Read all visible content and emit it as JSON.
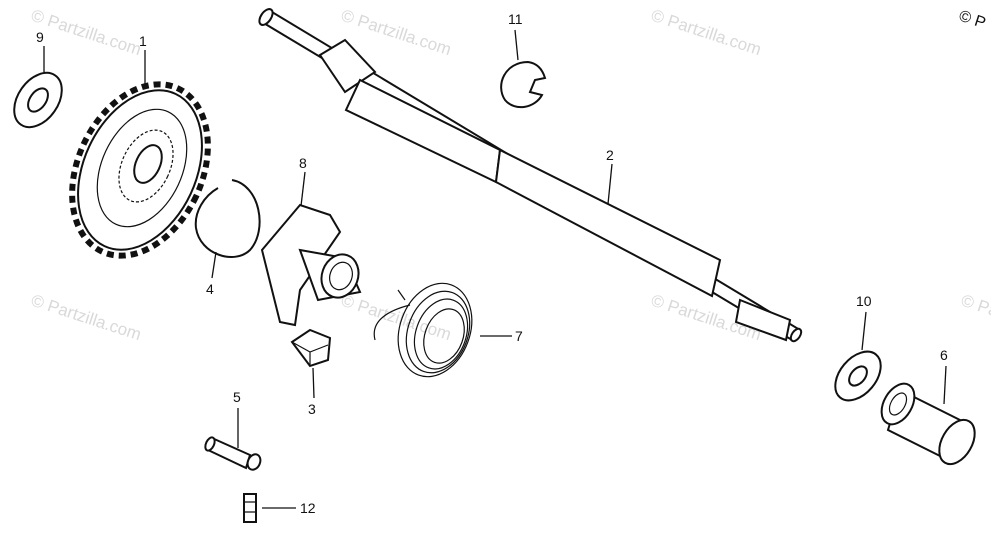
{
  "watermarks": [
    "© Partzilla.com",
    "© Partzilla.com",
    "© Partzilla.com",
    "© Partzilla.com",
    "© Partzilla.com",
    "© Partzilla.com",
    "© Partzilla.com"
  ],
  "copyright_corner": "© P",
  "callouts": {
    "c1": "1",
    "c2": "2",
    "c3": "3",
    "c4": "4",
    "c5": "5",
    "c6": "6",
    "c7": "7",
    "c8": "8",
    "c9": "9",
    "c10": "10",
    "c11": "11",
    "c12": "12"
  }
}
